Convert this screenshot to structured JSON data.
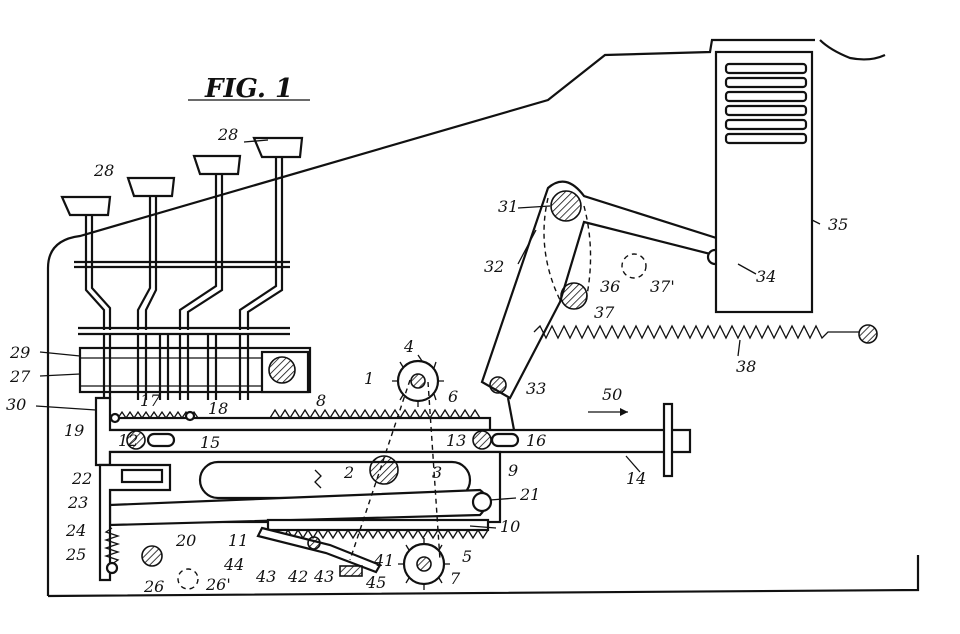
{
  "figure": {
    "title": "FIG. 1"
  },
  "reference_numerals": {
    "n1": "1",
    "n2": "2",
    "n3": "3",
    "n4": "4",
    "n5": "5",
    "n6": "6",
    "n7": "7",
    "n8": "8",
    "n9": "9",
    "n10": "10",
    "n11": "11",
    "n12": "12",
    "n13": "13",
    "n14": "14",
    "n15": "15",
    "n16": "16",
    "n17": "17",
    "n18": "18",
    "n19": "19",
    "n20": "20",
    "n21": "21",
    "n22": "22",
    "n23": "23",
    "n24": "24",
    "n25": "25",
    "n26": "26",
    "n26p": "26'",
    "n27": "27",
    "n28": "28",
    "n29": "29",
    "n30": "30",
    "n31": "31",
    "n32": "32",
    "n33": "33",
    "n34": "34",
    "n35": "35",
    "n36": "36",
    "n37": "37",
    "n37p": "37'",
    "n38": "38",
    "n41": "41",
    "n42": "42",
    "n43": "43",
    "n44": "44",
    "n45": "45",
    "n50": "50"
  },
  "colors": {
    "ink": "#111111",
    "paper": "#ffffff"
  }
}
